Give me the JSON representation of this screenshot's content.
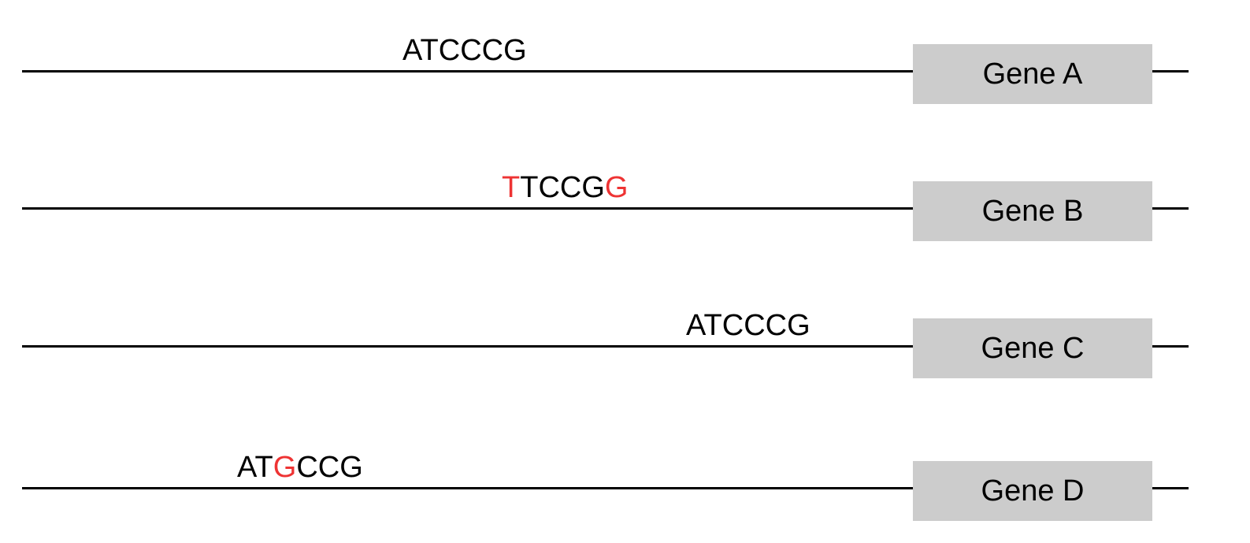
{
  "colors": {
    "line": "#000000",
    "gene_box": "#cccccc",
    "mutation": "#ee3333",
    "text": "#000000"
  },
  "tracks": [
    {
      "gene_label": "Gene A",
      "sequence": [
        {
          "char": "A",
          "mutated": false
        },
        {
          "char": "T",
          "mutated": false
        },
        {
          "char": "C",
          "mutated": false
        },
        {
          "char": "C",
          "mutated": false
        },
        {
          "char": "C",
          "mutated": false
        },
        {
          "char": "G",
          "mutated": false
        }
      ]
    },
    {
      "gene_label": "Gene B",
      "sequence": [
        {
          "char": "T",
          "mutated": true
        },
        {
          "char": "T",
          "mutated": false
        },
        {
          "char": "C",
          "mutated": false
        },
        {
          "char": "C",
          "mutated": false
        },
        {
          "char": "G",
          "mutated": false
        },
        {
          "char": "G",
          "mutated": true
        }
      ]
    },
    {
      "gene_label": "Gene C",
      "sequence": [
        {
          "char": "A",
          "mutated": false
        },
        {
          "char": "T",
          "mutated": false
        },
        {
          "char": "C",
          "mutated": false
        },
        {
          "char": "C",
          "mutated": false
        },
        {
          "char": "C",
          "mutated": false
        },
        {
          "char": "G",
          "mutated": false
        }
      ]
    },
    {
      "gene_label": "Gene D",
      "sequence": [
        {
          "char": "A",
          "mutated": false
        },
        {
          "char": "T",
          "mutated": false
        },
        {
          "char": "G",
          "mutated": true
        },
        {
          "char": "C",
          "mutated": false
        },
        {
          "char": "C",
          "mutated": false
        },
        {
          "char": "G",
          "mutated": false
        }
      ]
    }
  ]
}
